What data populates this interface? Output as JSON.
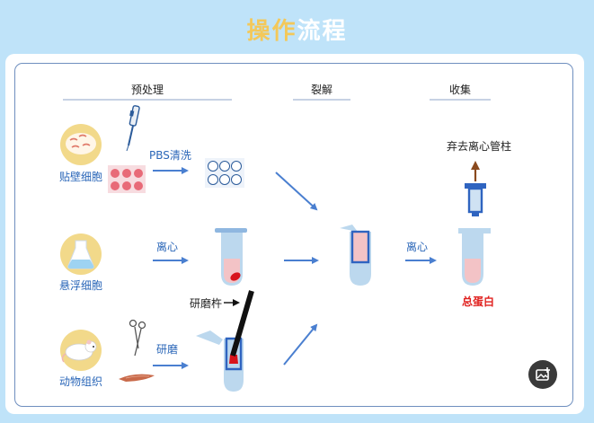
{
  "title": {
    "part1": "操作",
    "part2": "流程"
  },
  "headers": {
    "pretreatment": "预处理",
    "lysis": "裂解",
    "collection": "收集"
  },
  "samples": {
    "adherent": "贴壁细胞",
    "suspension": "悬浮细胞",
    "tissue": "动物组织"
  },
  "steps": {
    "pbs_wash": "PBS清洗",
    "centrifuge1": "离心",
    "grind": "研磨",
    "centrifuge2": "离心"
  },
  "labels": {
    "pestle": "研磨杵",
    "discard": "弃去离心管柱",
    "total_protein": "总蛋白"
  },
  "icons": [
    "pipette-icon",
    "well-plate-icon",
    "flask-icon",
    "mouse-icon",
    "scissors-icon",
    "tissue-icon",
    "tube-icon",
    "spin-column-icon",
    "image-add-icon"
  ],
  "colors": {
    "accent_blue": "#2a66b8",
    "title_yellow": "#f3c85a",
    "result_red": "#e0201e",
    "arrow_blue": "#4a7fd0"
  }
}
